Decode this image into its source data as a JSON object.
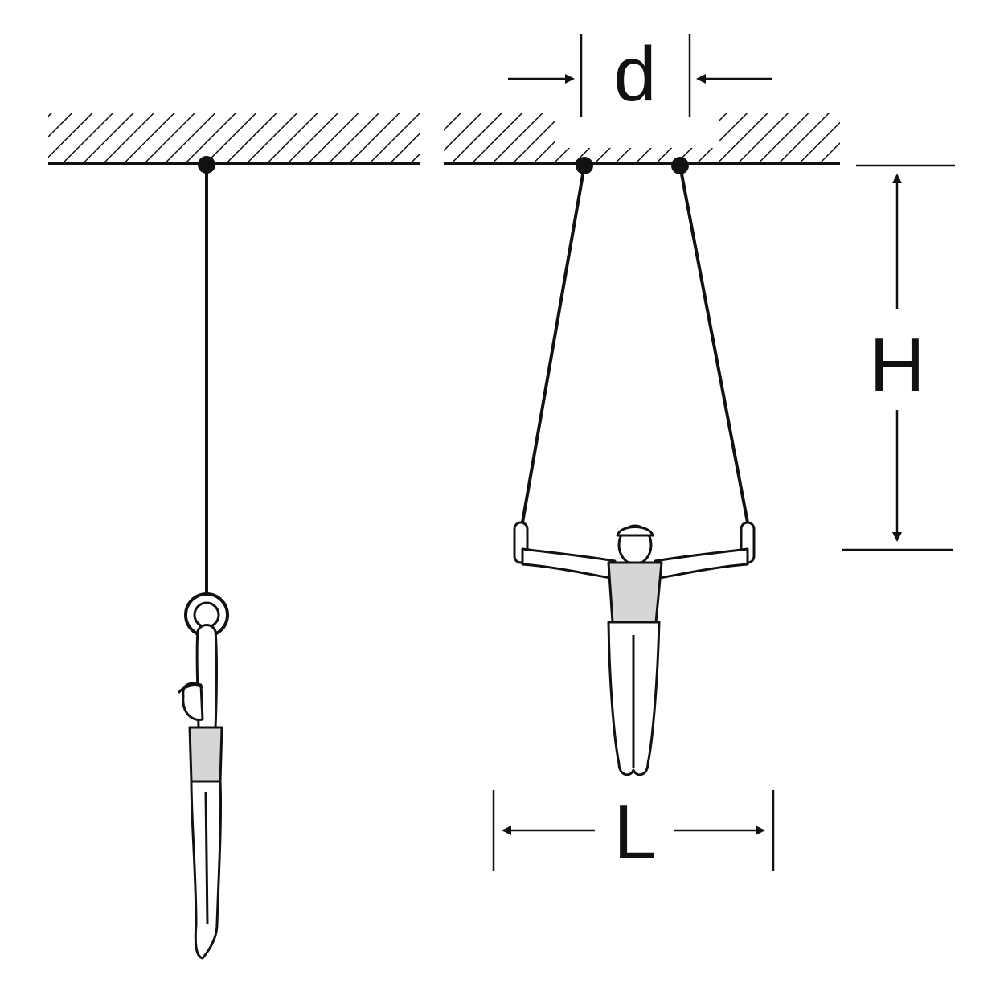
{
  "labels": {
    "d": "d",
    "H": "H",
    "L": "L"
  },
  "colors": {
    "ink": "#111111",
    "paper": "#ffffff",
    "shirt": "#d6d6d6"
  },
  "icons": {
    "side_view": "gymnast-side-view-icon",
    "front_view": "gymnast-front-view-icon"
  }
}
